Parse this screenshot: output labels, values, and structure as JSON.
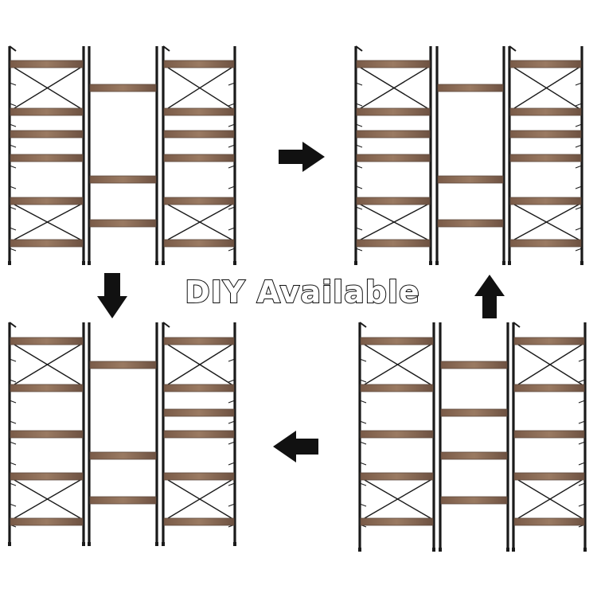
{
  "headline": "DIY Available",
  "colors": {
    "frame": "#1a1a1a",
    "wood": "#8a6a55",
    "wood_dark": "#5e4a3e",
    "arrow": "#111111"
  },
  "units": [
    {
      "id": "top-left",
      "center_boards": [
        110,
        225,
        280
      ],
      "left_boards": [
        80,
        140,
        168,
        198,
        252,
        305
      ],
      "right_boards": [
        80,
        140,
        168,
        198,
        252,
        305
      ]
    },
    {
      "id": "top-right",
      "center_boards": [
        110,
        225,
        280
      ],
      "left_boards": [
        80,
        140,
        168,
        198,
        252,
        305
      ],
      "right_boards": [
        80,
        140,
        168,
        198,
        252,
        305
      ]
    },
    {
      "id": "bottom-left",
      "center_boards": [
        458,
        572,
        628
      ],
      "left_boards": [
        428,
        487,
        545,
        598,
        655
      ],
      "right_boards": [
        428,
        487,
        518,
        545,
        598,
        655
      ]
    },
    {
      "id": "bottom-right",
      "center_boards": [
        458,
        518,
        572,
        628
      ],
      "left_boards": [
        428,
        487,
        545,
        598,
        655
      ],
      "right_boards": [
        428,
        487,
        545,
        598,
        655
      ]
    }
  ],
  "arrows": [
    "arrow-right",
    "arrow-up",
    "arrow-down",
    "arrow-left"
  ]
}
